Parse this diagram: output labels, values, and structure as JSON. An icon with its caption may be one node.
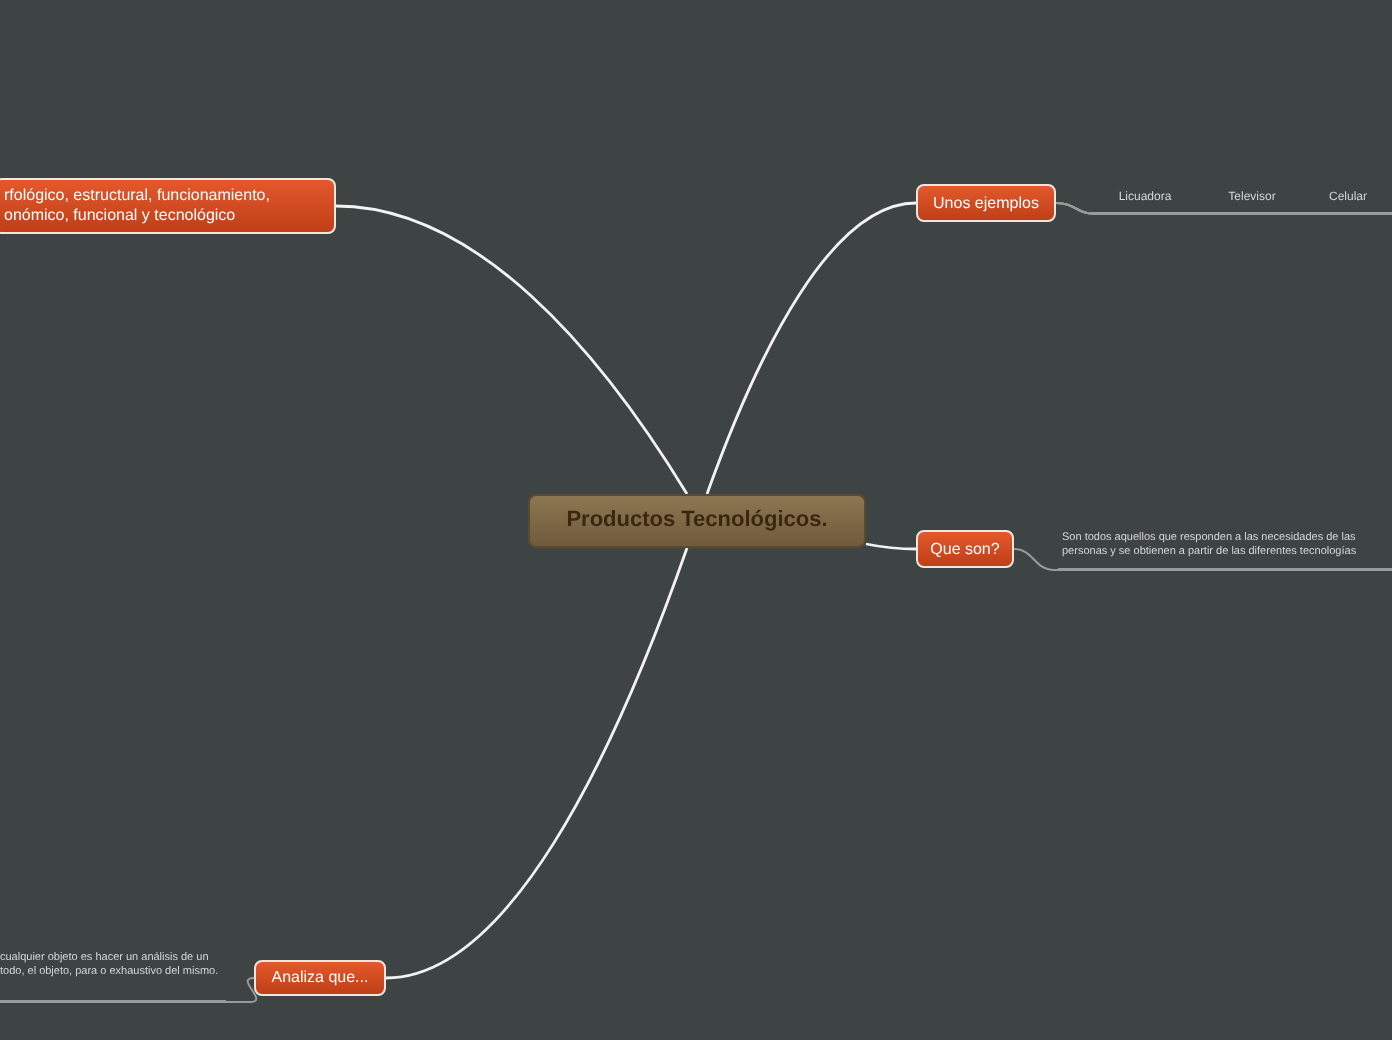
{
  "diagram": {
    "nodes": [
      {
        "text": [
          "Productos Tecnológicos."
        ]
      },
      {
        "text": [
          "rfológico, estructural, funcionamiento, onómico, funcional y tecnológico"
        ]
      },
      {
        "text": [
          "Unos ejemplos"
        ]
      },
      {
        "text": [
          "Licuadora"
        ]
      },
      {
        "text": [
          "Televisor"
        ]
      },
      {
        "text": [
          "Celular"
        ]
      },
      {
        "text": [
          "Que son?"
        ]
      },
      {
        "text": [
          "Son todos aquellos que responden a las necesidades de las personas y se obtienen a partir de las diferentes tecnologías"
        ]
      },
      {
        "text": [
          "Analiza que..."
        ]
      },
      {
        "text": [
          "cualquier objeto es hacer un análisis de un todo, el objeto, para o exhaustivo del mismo."
        ]
      }
    ],
    "edges": [
      {
        "from": 0,
        "to": 1,
        "arrow": "none"
      },
      {
        "from": 0,
        "to": 2,
        "arrow": "none"
      },
      {
        "from": 2,
        "to": 3,
        "arrow": "none"
      },
      {
        "from": 2,
        "to": 4,
        "arrow": "none"
      },
      {
        "from": 2,
        "to": 5,
        "arrow": "none"
      },
      {
        "from": 0,
        "to": 6,
        "arrow": "none"
      },
      {
        "from": 6,
        "to": 7,
        "arrow": "none"
      },
      {
        "from": 0,
        "to": 8,
        "arrow": "none"
      },
      {
        "from": 8,
        "to": 9,
        "arrow": "none"
      }
    ]
  }
}
